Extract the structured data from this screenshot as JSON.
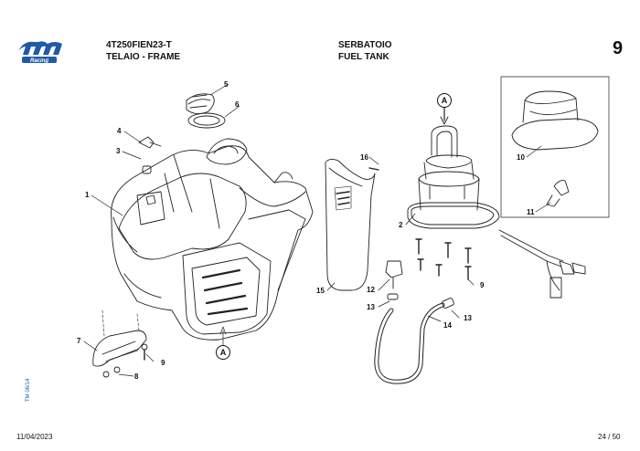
{
  "header": {
    "model_code": "4T250FIEN23-T",
    "group_it": "TELAIO - FRAME",
    "assembly_it": "SERBATOIO",
    "assembly_en": "FUEL TANK",
    "table_number": "9",
    "logo_text": "tm racing"
  },
  "footer": {
    "date": "11/04/2023",
    "page": "24 / 50",
    "vertical_code": "TM 06/14"
  },
  "callouts": {
    "n1": "1",
    "n2": "2",
    "n3": "3",
    "n4": "4",
    "n5": "5",
    "n6": "6",
    "n7": "7",
    "n8": "8",
    "n9a": "9",
    "n9b": "9",
    "n10": "10",
    "n11": "11",
    "n12": "12",
    "n13a": "13",
    "n13b": "13",
    "n14": "14",
    "n15": "15",
    "n16": "16"
  },
  "refs": {
    "a1": "A",
    "a2": "A"
  },
  "colors": {
    "logo_blue": "#1f5aa8",
    "ink": "#111111"
  }
}
